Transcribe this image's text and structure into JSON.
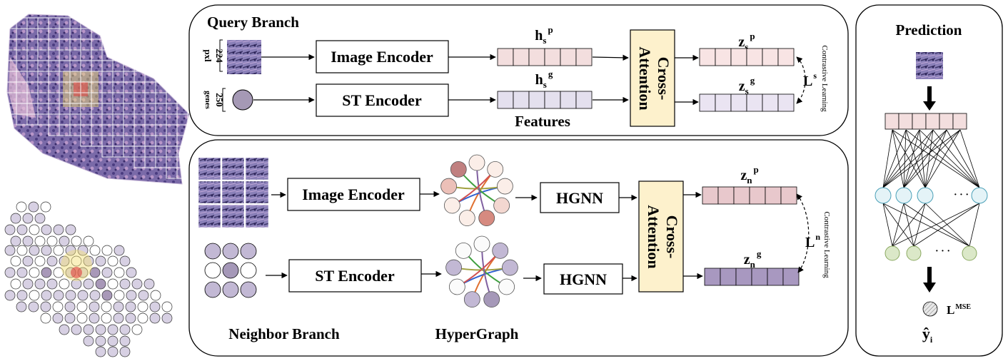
{
  "query": {
    "title": "Query Branch",
    "patch_size": "224",
    "patch_unit": "pxl",
    "gene_count": "250",
    "gene_unit": "genes",
    "image_encoder": "Image Encoder",
    "st_encoder": "ST Encoder",
    "hsp": "h",
    "hsp_sub": "s",
    "hsp_sup": "p",
    "hsg": "h",
    "hsg_sub": "s",
    "hsg_sup": "g",
    "features": "Features",
    "cross_attention": "Cross-Attention",
    "zsp": "z",
    "zsp_sub": "s",
    "zsp_sup": "p",
    "zsg": "z",
    "zsg_sub": "s",
    "zsg_sup": "g",
    "loss": "L",
    "loss_sup": "s",
    "contrastive": "Contrastive Learning"
  },
  "neighbor": {
    "title": "Neighbor Branch",
    "image_encoder": "Image Encoder",
    "st_encoder": "ST Encoder",
    "hgnn_top": "HGNN",
    "hgnn_bottom": "HGNN",
    "hypergraph": "HyperGraph",
    "cross_attention": "Cross-Attention",
    "znp": "z",
    "znp_sub": "n",
    "znp_sup": "p",
    "zng": "z",
    "zng_sub": "n",
    "zng_sup": "g",
    "loss": "L",
    "loss_sup": "n",
    "contrastive": "Contrastive Learning"
  },
  "prediction": {
    "title": "Prediction",
    "dots_hidden": "· · ·",
    "dots_output": "· · ·",
    "loss": "L",
    "loss_sup": "MSE",
    "yhat": "ŷ",
    "yhat_sub": "i"
  },
  "colors": {
    "cross_attention_fill": "#fdf1cc",
    "pink_cell": "#f3dede",
    "lavender_cell": "#e4e0ee",
    "hidden_node": "#e4f3f7",
    "output_node": "#dbe8c8",
    "spot_light": "#d7d0e3",
    "spot_dark": "#a898b8"
  }
}
